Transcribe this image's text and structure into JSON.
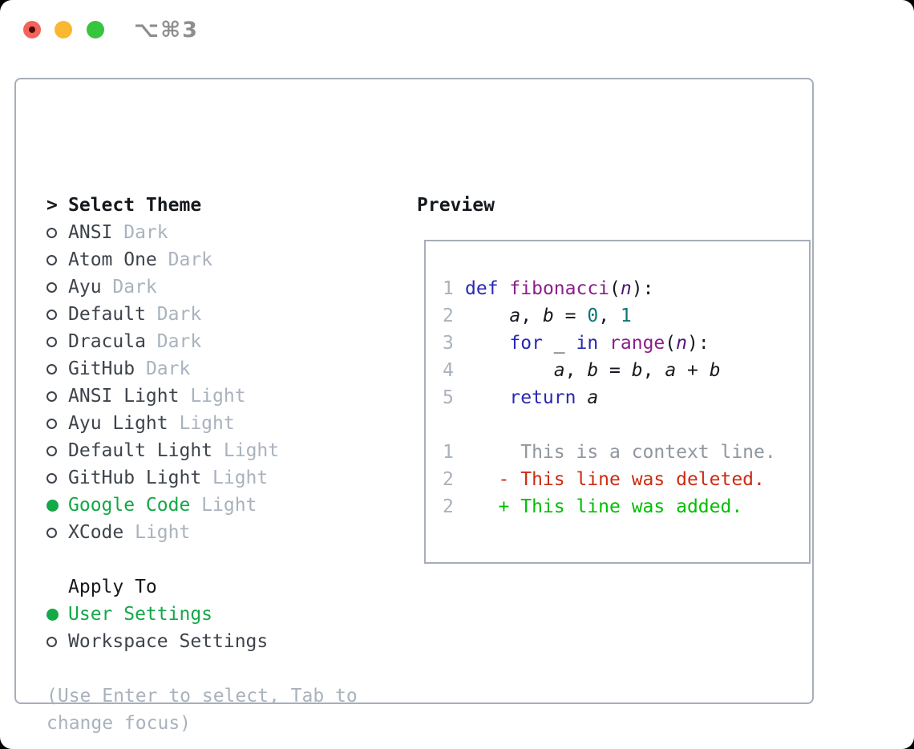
{
  "titlebar": {
    "shortcut": "⌥⌘3"
  },
  "colors": {
    "accent-green": "#14a847",
    "added-green": "#00bf00",
    "deleted-red": "#cb2c12",
    "context-gray": "#8f969d",
    "secondary-gray": "#a9b2bd",
    "primary-text": "#3d434b",
    "header-text": "#15181c",
    "keyword-blue": "#2828b4",
    "function-purple": "#8b1f8b",
    "param-purple": "#4f1472",
    "number-teal": "#0d7474",
    "plain-code": "#17191f",
    "panel-border": "#a7aeb9",
    "traffic-red": "#f4635b",
    "traffic-red-dot": "#4e0b06",
    "traffic-yellow": "#f9b82f",
    "traffic-green": "#37c43e"
  },
  "theme_selector": {
    "prompt": ">",
    "header": "Select Theme",
    "items": [
      {
        "name": "ANSI",
        "variant": "Dark",
        "selected": false
      },
      {
        "name": "Atom One",
        "variant": "Dark",
        "selected": false
      },
      {
        "name": "Ayu",
        "variant": "Dark",
        "selected": false
      },
      {
        "name": "Default",
        "variant": "Dark",
        "selected": false
      },
      {
        "name": "Dracula",
        "variant": "Dark",
        "selected": false
      },
      {
        "name": "GitHub",
        "variant": "Dark",
        "selected": false
      },
      {
        "name": "ANSI Light",
        "variant": "Light",
        "selected": false
      },
      {
        "name": "Ayu Light",
        "variant": "Light",
        "selected": false
      },
      {
        "name": "Default Light",
        "variant": "Light",
        "selected": false
      },
      {
        "name": "GitHub Light",
        "variant": "Light",
        "selected": false
      },
      {
        "name": "Google Code",
        "variant": "Light",
        "selected": true
      },
      {
        "name": "XCode",
        "variant": "Light",
        "selected": false
      }
    ]
  },
  "apply_to": {
    "header": "Apply To",
    "options": [
      {
        "label": "User Settings",
        "selected": true
      },
      {
        "label": "Workspace Settings",
        "selected": false
      }
    ]
  },
  "help": {
    "line1": "(Use Enter to select, Tab to",
    "line2": "change focus)"
  },
  "preview": {
    "title": "Preview",
    "code_lines": [
      {
        "num": "1",
        "tokens": [
          [
            "def",
            "kw"
          ],
          [
            " ",
            "pl"
          ],
          [
            "fibonacci",
            "fn"
          ],
          [
            "(",
            "pl"
          ],
          [
            "n",
            "pr"
          ],
          [
            "):",
            "pl"
          ]
        ]
      },
      {
        "num": "2",
        "tokens": [
          [
            "    ",
            "pl"
          ],
          [
            "a",
            "vr"
          ],
          [
            ", ",
            "pl"
          ],
          [
            "b",
            "vr"
          ],
          [
            " = ",
            "pl"
          ],
          [
            "0",
            "nm"
          ],
          [
            ", ",
            "pl"
          ],
          [
            "1",
            "nm"
          ]
        ]
      },
      {
        "num": "3",
        "tokens": [
          [
            "    ",
            "pl"
          ],
          [
            "for",
            "kw"
          ],
          [
            " _ ",
            "pl"
          ],
          [
            "in",
            "kw"
          ],
          [
            " ",
            "pl"
          ],
          [
            "range",
            "fn"
          ],
          [
            "(",
            "pl"
          ],
          [
            "n",
            "pr"
          ],
          [
            "):",
            "pl"
          ]
        ]
      },
      {
        "num": "4",
        "tokens": [
          [
            "        ",
            "pl"
          ],
          [
            "a",
            "vr"
          ],
          [
            ", ",
            "pl"
          ],
          [
            "b",
            "vr"
          ],
          [
            " = ",
            "pl"
          ],
          [
            "b",
            "vr"
          ],
          [
            ", ",
            "pl"
          ],
          [
            "a",
            "vr"
          ],
          [
            " + ",
            "pl"
          ],
          [
            "b",
            "vr"
          ]
        ]
      },
      {
        "num": "5",
        "tokens": [
          [
            "    ",
            "pl"
          ],
          [
            "return",
            "kw"
          ],
          [
            " ",
            "pl"
          ],
          [
            "a",
            "vr"
          ]
        ]
      }
    ],
    "diff_lines": [
      {
        "num": "1",
        "text": "     This is a context line.",
        "type": "context"
      },
      {
        "num": "2",
        "text": "   - This line was deleted.",
        "type": "deleted"
      },
      {
        "num": "2",
        "text": "   + This line was added.",
        "type": "added"
      }
    ]
  }
}
